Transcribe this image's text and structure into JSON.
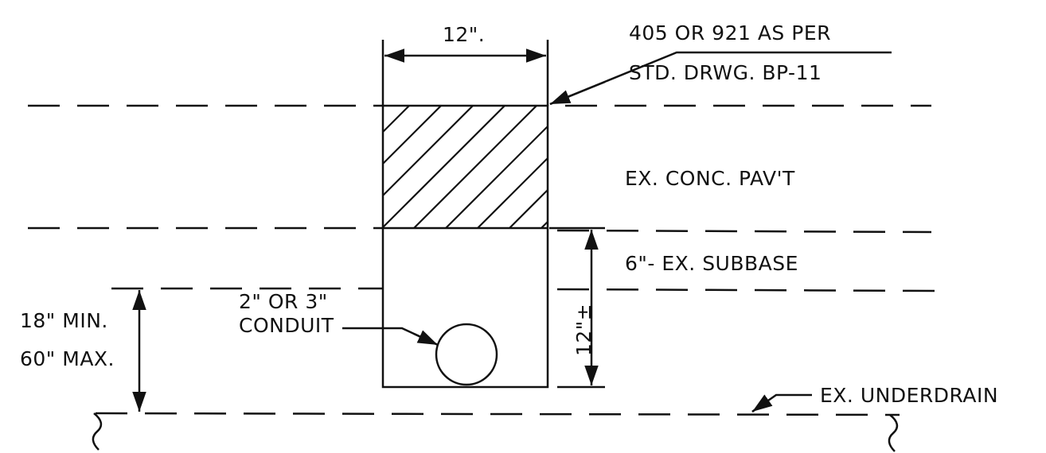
{
  "labels": {
    "width_dim": "12\".",
    "callout_line1": "405 OR 921 AS PER",
    "callout_line2": "STD. DRWG.  BP-11",
    "pavement": "EX.  CONC.  PAV'T",
    "subbase": "6\"- EX.  SUBBASE",
    "depth_line1": "18\" MIN.",
    "depth_line2": "60\" MAX.",
    "conduit_line1": "2\" OR 3\"",
    "conduit_line2": "CONDUIT",
    "trench_depth": "12\"±",
    "underdrain": "EX.  UNDERDRAIN"
  },
  "colors": {
    "ink": "#111111",
    "paper": "#ffffff"
  }
}
